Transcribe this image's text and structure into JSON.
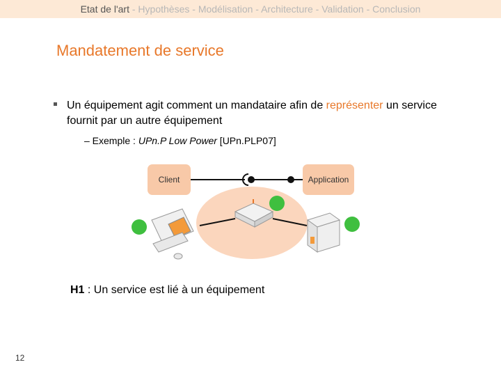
{
  "header": {
    "nav": [
      {
        "label": "Etat de l'art",
        "active": true
      },
      {
        "label": "Hypothèses",
        "active": false
      },
      {
        "label": "Modélisation",
        "active": false
      },
      {
        "label": "Architecture",
        "active": false
      },
      {
        "label": "Validation",
        "active": false
      },
      {
        "label": "Conclusion",
        "active": false
      }
    ],
    "separator": " - "
  },
  "slide": {
    "title": "Mandatement de service",
    "bullet": {
      "before": "Un équipement agit comment un mandataire afin de ",
      "highlight": "représenter",
      "after": " un service fournit par un autre équipement"
    },
    "sub": {
      "prefix": "– Exemple : ",
      "italic": "UPn.P Low Power",
      "suffix": " [UPn.PLP07]"
    },
    "diagram": {
      "client_label": "Client",
      "application_label": "Application"
    },
    "hypothesis": {
      "label": "H1",
      "text": " : Un service est lié à un équipement"
    },
    "page_number": "12"
  },
  "colors": {
    "accent": "#e8782a",
    "header_bg": "#fde9d6",
    "box": "#f8c9a8",
    "ellipse": "#fbd6bd",
    "status_green": "#3fbf3f"
  }
}
